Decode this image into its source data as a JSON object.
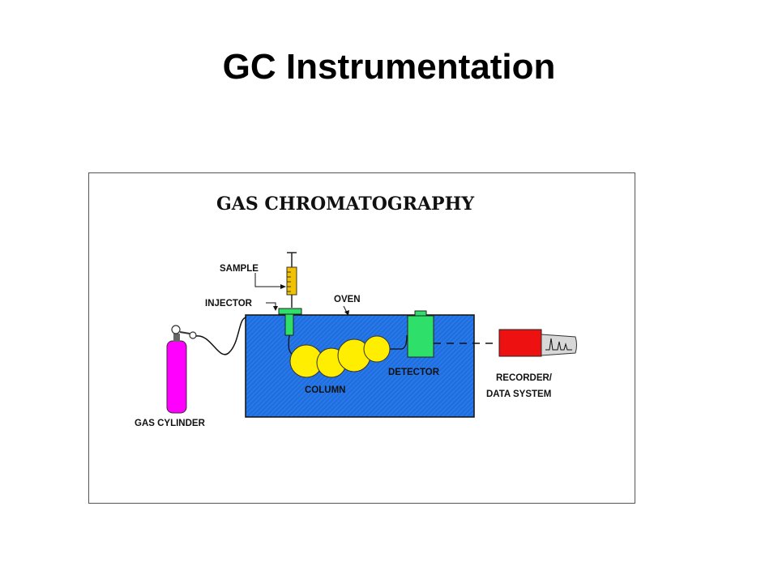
{
  "page": {
    "title": "GC Instrumentation"
  },
  "diagram": {
    "title": "GAS CHROMATOGRAPHY",
    "labels": {
      "sample": "SAMPLE",
      "injector": "INJECTOR",
      "oven": "OVEN",
      "detector": "DETECTOR",
      "column": "COLUMN",
      "gas_cylinder": "GAS CYLINDER",
      "recorder_line1": "RECORDER/",
      "recorder_line2": "DATA SYSTEM"
    },
    "colors": {
      "oven": "#1f6fe0",
      "column": "#ffee00",
      "detector": "#2ee06a",
      "injector": "#2ee06a",
      "syringe": "#f2c200",
      "gas_cylinder": "#ff00ff",
      "recorder": "#ee1111"
    }
  }
}
